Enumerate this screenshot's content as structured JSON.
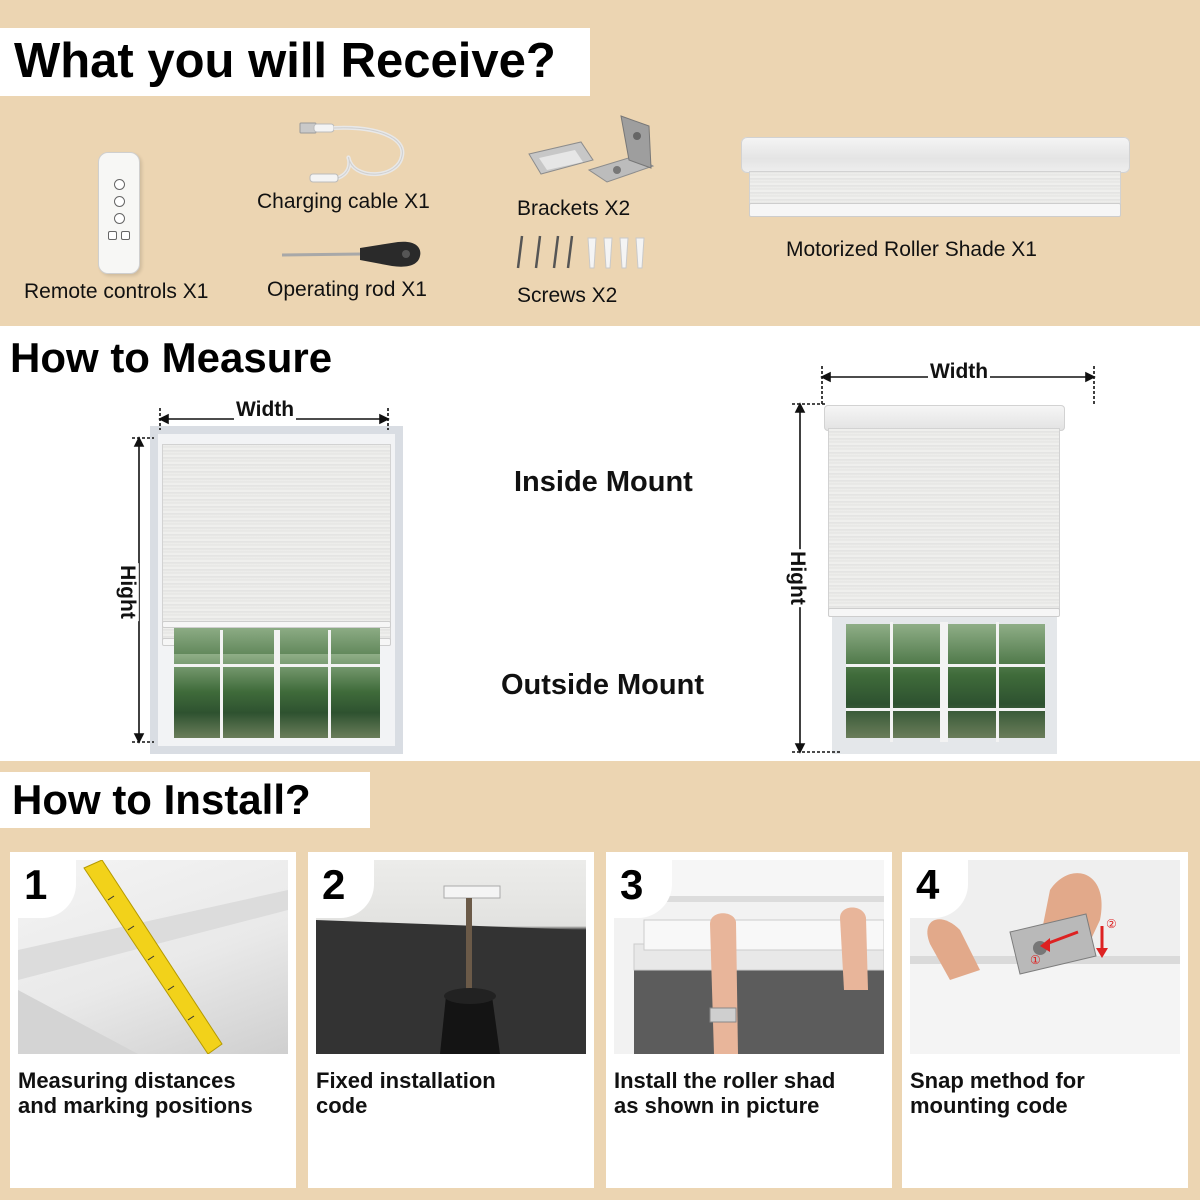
{
  "receive": {
    "title": "What you will Receive?",
    "items": {
      "remote": "Remote controls X1",
      "cable": "Charging cable X1",
      "rod": "Operating rod X1",
      "brackets": "Brackets X2",
      "screws": "Screws X2",
      "shade": "Motorized Roller Shade X1"
    }
  },
  "measure": {
    "title": "How to Measure",
    "inside_label": "Inside Mount",
    "outside_label": "Outside Mount",
    "width_label": "Width",
    "height_label": "Hight"
  },
  "install": {
    "title": "How to Install?",
    "steps": [
      {
        "num": "1",
        "line1": "Measuring distances",
        "line2": "and marking positions"
      },
      {
        "num": "2",
        "line1": "Fixed installation",
        "line2": "code"
      },
      {
        "num": "3",
        "line1": "Install the roller shad",
        "line2": "as shown in picture"
      },
      {
        "num": "4",
        "line1": "Snap method for",
        "line2": "mounting code"
      }
    ]
  },
  "colors": {
    "beige": "#ecd5b2",
    "white": "#ffffff",
    "text": "#111111"
  }
}
